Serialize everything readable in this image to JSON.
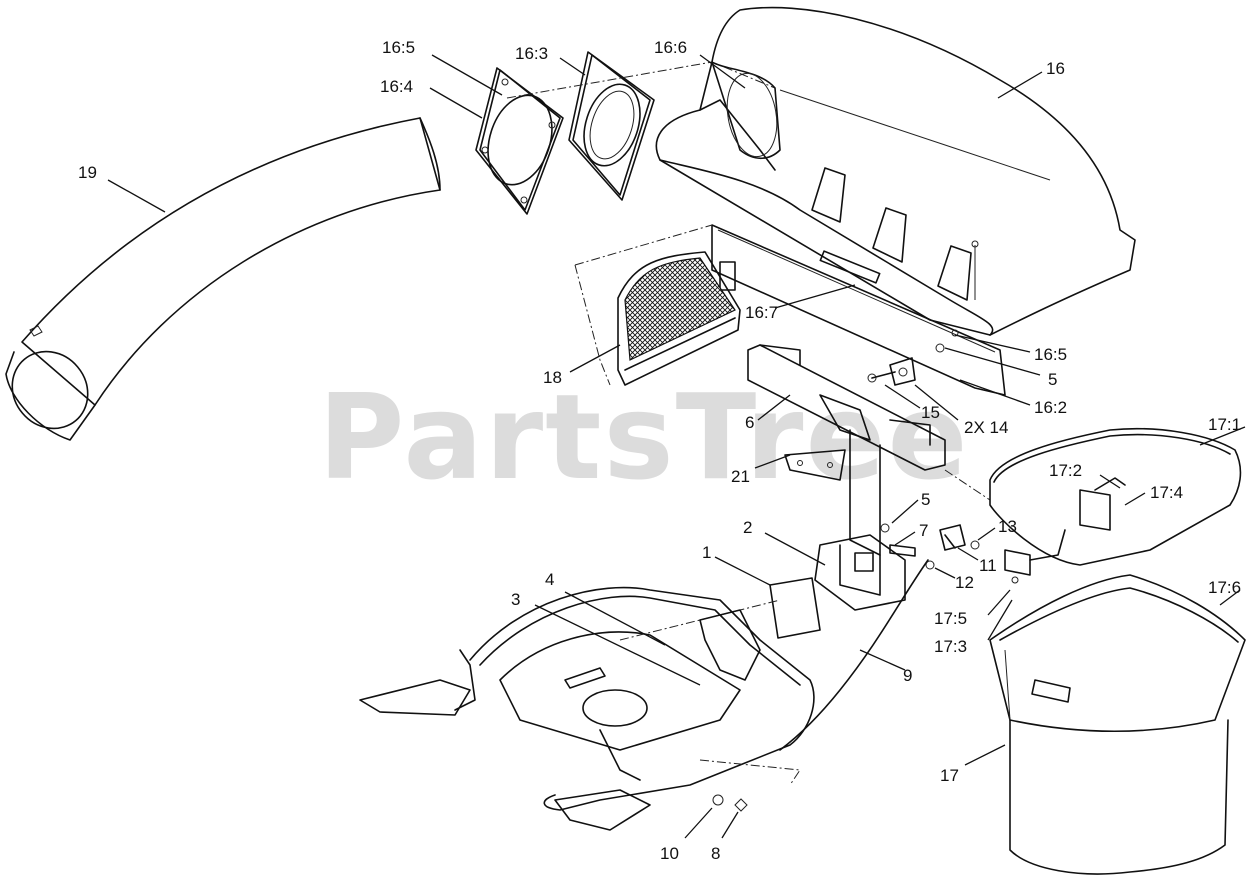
{
  "watermark": "PartsTree",
  "callouts": [
    {
      "id": "c19",
      "label": "19"
    },
    {
      "id": "c16-5a",
      "label": "16:5"
    },
    {
      "id": "c16-4",
      "label": "16:4"
    },
    {
      "id": "c16-3",
      "label": "16:3"
    },
    {
      "id": "c16-6",
      "label": "16:6"
    },
    {
      "id": "c16",
      "label": "16"
    },
    {
      "id": "c16-7",
      "label": "16:7"
    },
    {
      "id": "c18",
      "label": "18"
    },
    {
      "id": "c16-5b",
      "label": "16:5"
    },
    {
      "id": "c5a",
      "label": "5"
    },
    {
      "id": "c16-2",
      "label": "16:2"
    },
    {
      "id": "c15",
      "label": "15"
    },
    {
      "id": "c2x14",
      "label": "2X 14"
    },
    {
      "id": "c6",
      "label": "6"
    },
    {
      "id": "c17-1",
      "label": "17:1"
    },
    {
      "id": "c21",
      "label": "21"
    },
    {
      "id": "c17-2",
      "label": "17:2"
    },
    {
      "id": "c17-4",
      "label": "17:4"
    },
    {
      "id": "c5b",
      "label": "5"
    },
    {
      "id": "c13",
      "label": "13"
    },
    {
      "id": "c7",
      "label": "7"
    },
    {
      "id": "c2",
      "label": "2"
    },
    {
      "id": "c11",
      "label": "11"
    },
    {
      "id": "c1",
      "label": "1"
    },
    {
      "id": "c12",
      "label": "12"
    },
    {
      "id": "c17-6",
      "label": "17:6"
    },
    {
      "id": "c4",
      "label": "4"
    },
    {
      "id": "c17-5",
      "label": "17:5"
    },
    {
      "id": "c3",
      "label": "3"
    },
    {
      "id": "c17-3",
      "label": "17:3"
    },
    {
      "id": "c9",
      "label": "9"
    },
    {
      "id": "c17",
      "label": "17"
    },
    {
      "id": "c10",
      "label": "10"
    },
    {
      "id": "c8",
      "label": "8"
    }
  ]
}
